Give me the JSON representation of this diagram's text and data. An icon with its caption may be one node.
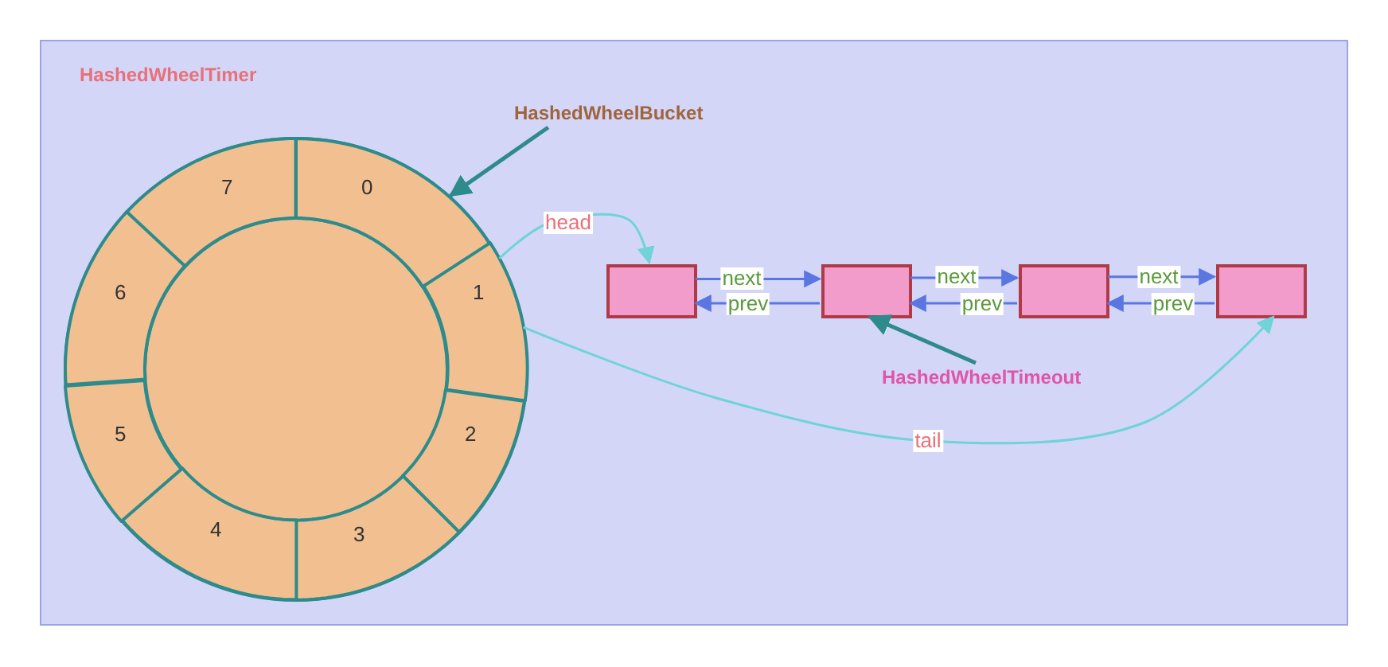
{
  "diagram": {
    "nodes": [
      {
        "text": [
          "HashedWheelTimer"
        ]
      },
      {
        "text": [],
        "shape": "circle",
        "in": 0
      },
      {
        "text": [
          "0"
        ],
        "in": 1
      },
      {
        "text": [
          "1"
        ],
        "in": 1
      },
      {
        "text": [
          "2"
        ],
        "in": 1
      },
      {
        "text": [
          "3"
        ],
        "in": 1
      },
      {
        "text": [
          "4"
        ],
        "in": 1
      },
      {
        "text": [
          "5"
        ],
        "in": 1
      },
      {
        "text": [
          "6"
        ],
        "in": 1
      },
      {
        "text": [
          "7"
        ],
        "in": 1
      },
      {
        "text": [
          "HashedWheelBucket"
        ],
        "in": 0
      },
      {
        "text": [],
        "shape": "box",
        "in": 0
      },
      {
        "text": [],
        "shape": "box",
        "in": 0
      },
      {
        "text": [],
        "shape": "box",
        "in": 0
      },
      {
        "text": [],
        "shape": "box",
        "in": 0
      },
      {
        "text": [
          "HashedWheelTimeout"
        ],
        "in": 0
      }
    ],
    "edges": [
      {
        "from": 10,
        "to": 2,
        "arrow": "to",
        "color": "#2e8b8b"
      },
      {
        "from": 3,
        "to": 11,
        "label": "head",
        "arrow": "to",
        "color": "#6fd3d8"
      },
      {
        "from": 11,
        "to": 12,
        "label": "next",
        "arrow": "to"
      },
      {
        "from": 12,
        "to": 11,
        "label": "prev",
        "arrow": "to"
      },
      {
        "from": 12,
        "to": 13,
        "label": "next",
        "arrow": "to"
      },
      {
        "from": 13,
        "to": 12,
        "label": "prev",
        "arrow": "to"
      },
      {
        "from": 13,
        "to": 14,
        "label": "next",
        "arrow": "to"
      },
      {
        "from": 14,
        "to": 13,
        "label": "prev",
        "arrow": "to"
      },
      {
        "from": 3,
        "to": 14,
        "label": "tail",
        "arrow": "to",
        "color": "#6fd3d8"
      },
      {
        "from": 15,
        "to": 12,
        "arrow": "to",
        "color": "#2e8b8b"
      }
    ]
  }
}
